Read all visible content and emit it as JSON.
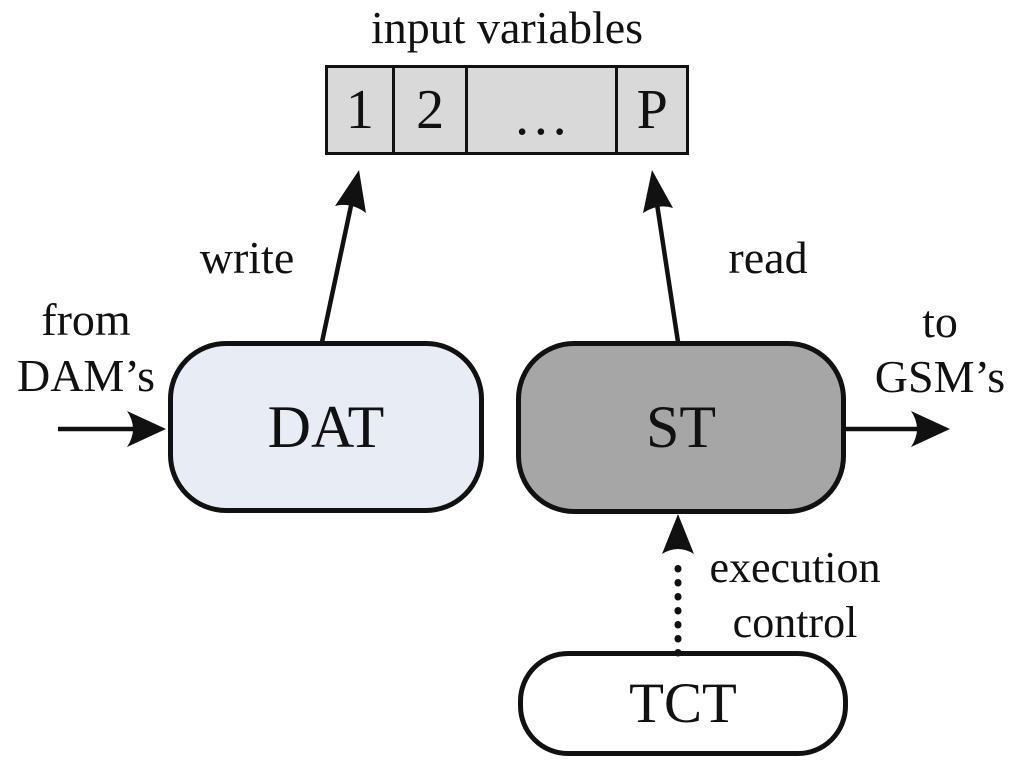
{
  "colors": {
    "background": "#ffffff",
    "line": "#111111",
    "dat_fill": "#e8edf5",
    "st_fill": "#a6a6a6",
    "tct_fill": "#ffffff",
    "cell_fill": "#d9d9d9"
  },
  "title": "input variables",
  "input_table": {
    "cells": [
      "1",
      "2",
      "…",
      "P"
    ]
  },
  "nodes": {
    "dat": {
      "label": "DAT"
    },
    "st": {
      "label": "ST"
    },
    "tct": {
      "label": "TCT"
    }
  },
  "edges": {
    "write": {
      "label": "write"
    },
    "read": {
      "label": "read"
    },
    "from_dams": {
      "line1": "from",
      "line2": "DAM’s"
    },
    "to_gsms": {
      "line1": "to",
      "line2": "GSM’s"
    },
    "execution_control": {
      "line1": "execution",
      "line2": "control"
    }
  }
}
